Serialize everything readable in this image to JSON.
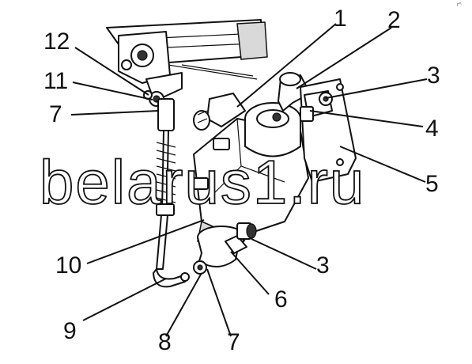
{
  "corner_mark": "r^",
  "watermark": "belarus1.ru",
  "callouts": [
    {
      "id": "c1",
      "text": "1"
    },
    {
      "id": "c2",
      "text": "2"
    },
    {
      "id": "c3a",
      "text": "3"
    },
    {
      "id": "c4",
      "text": "4"
    },
    {
      "id": "c5",
      "text": "5"
    },
    {
      "id": "c12",
      "text": "12"
    },
    {
      "id": "c11",
      "text": "11"
    },
    {
      "id": "c7a",
      "text": "7"
    },
    {
      "id": "c10",
      "text": "10"
    },
    {
      "id": "c3b",
      "text": "3"
    },
    {
      "id": "c6",
      "text": "6"
    },
    {
      "id": "c9",
      "text": "9"
    },
    {
      "id": "c8",
      "text": "8"
    },
    {
      "id": "c7b",
      "text": "7"
    }
  ]
}
